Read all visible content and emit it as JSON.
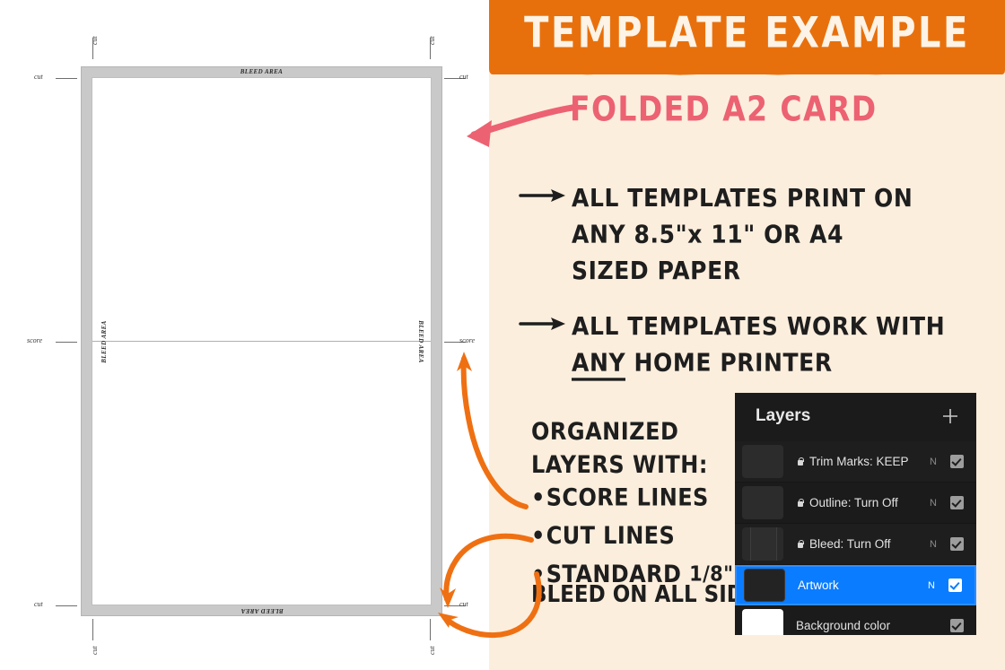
{
  "colors": {
    "orange_band": "#e8700c",
    "cream_bg": "#fceedd",
    "title_text": "#fdf3e6",
    "headline_pink": "#ec6272",
    "body_text": "#1e1e1e",
    "arrow_orange": "#ef7012",
    "panel_bg": "#1b1b1b",
    "selected_row": "#0a7cff",
    "template_bleed_gray": "#c9c9c9"
  },
  "header": {
    "title": "TEMPLATE EXAMPLE"
  },
  "callout": {
    "headline": "FOLDED A2 CARD",
    "arrow_icon": "left-arrow-icon"
  },
  "bullets": [
    {
      "arrow_icon": "right-arrow-icon",
      "line1": "ALL TEMPLATES PRINT ON",
      "line2_pre": "ANY  8.5\"x 11\" OR A4",
      "line3": "SIZED  PAPER"
    },
    {
      "arrow_icon": "right-arrow-icon",
      "line1": "ALL TEMPLATES WORK WITH",
      "line2_emph": "ANY",
      "line2_rest": "  HOME PRINTER"
    }
  ],
  "organized": {
    "heading_line1": "ORGANIZED",
    "heading_line2": "LAYERS WITH:",
    "items": [
      {
        "text": "SCORE LINES"
      },
      {
        "text": "CUT LINES"
      },
      {
        "text_pre": "STANDARD ",
        "fraction": "1/8\"",
        "text_sub": "BLEED ON ALL SIDES"
      }
    ]
  },
  "layers_panel": {
    "title": "Layers",
    "add_icon": "plus-icon",
    "rows": [
      {
        "name": "Trim Marks: KEEP",
        "locked": true,
        "blend": "N",
        "visible": true,
        "selected": false,
        "thumb": "dark"
      },
      {
        "name": "Outline: Turn Off",
        "locked": true,
        "blend": "N",
        "visible": true,
        "selected": false,
        "thumb": "dark"
      },
      {
        "name": "Bleed: Turn Off",
        "locked": true,
        "blend": "N",
        "visible": true,
        "selected": false,
        "thumb": "bleed"
      },
      {
        "name": "Artwork",
        "locked": false,
        "blend": "N",
        "visible": true,
        "selected": true,
        "thumb": "artwork"
      },
      {
        "name": "Background color",
        "locked": false,
        "blend": "",
        "visible": true,
        "selected": false,
        "thumb": "white"
      }
    ]
  },
  "template_diagram": {
    "bleed_label": "BLEED AREA",
    "cut_label": "cut",
    "score_label": "score",
    "marks": {
      "top_left_v": "cut",
      "top_right_v": "cut",
      "bottom_left_v": "cut",
      "bottom_right_v": "cut",
      "left_top_h": "cut",
      "right_top_h": "cut",
      "left_bottom_h": "cut",
      "right_bottom_h": "cut",
      "left_mid_h": "score",
      "right_mid_h": "score"
    }
  }
}
